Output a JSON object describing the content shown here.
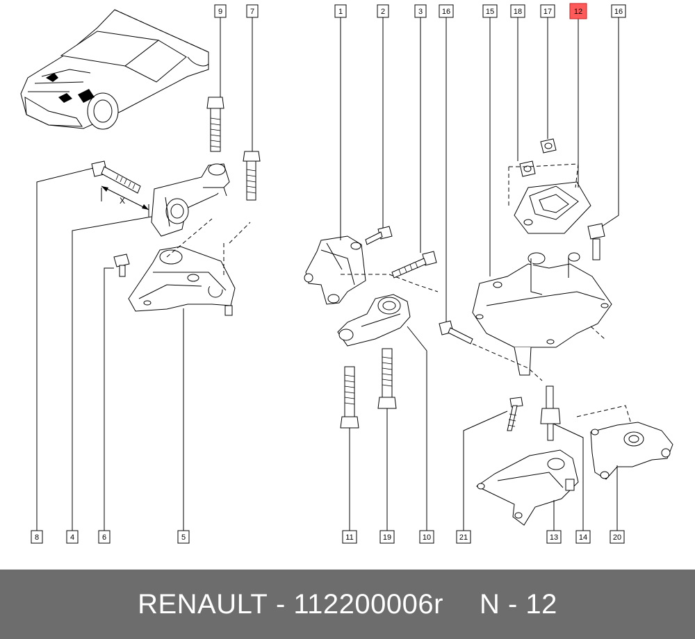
{
  "callouts": [
    "9",
    "7",
    "1",
    "2",
    "3",
    "16",
    "15",
    "18",
    "17",
    "12",
    "16",
    "8",
    "4",
    "6",
    "5",
    "11",
    "19",
    "10",
    "21",
    "13",
    "14",
    "20"
  ],
  "dimension_label": "X",
  "highlight_color": "#ff5a5a",
  "footer": {
    "brand": "RENAULT",
    "separator": "-",
    "part_number": "112200006r",
    "position_label": "N - 12",
    "background": "#6d6d6d",
    "text_color": "#ffffff"
  }
}
